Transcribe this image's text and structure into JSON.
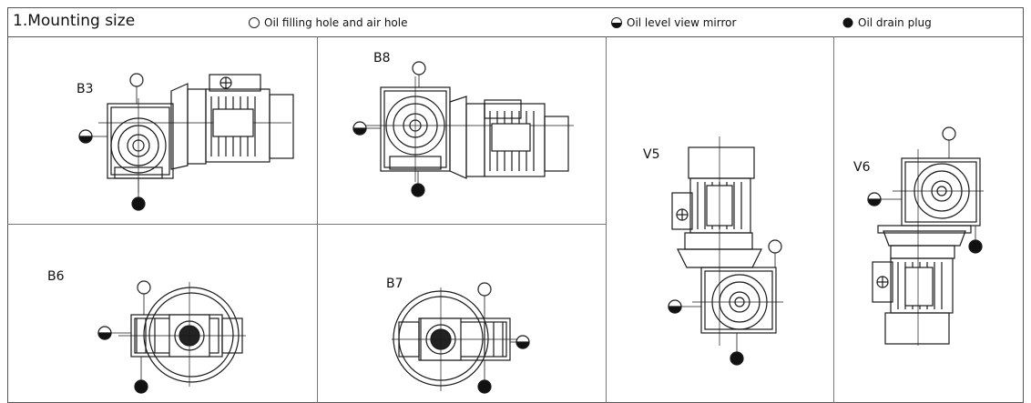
{
  "header": {
    "title": "1.Mounting size",
    "legend": [
      {
        "symbol": "open-circle-icon",
        "label": "Oil filling hole and air hole"
      },
      {
        "symbol": "half-filled-circle-icon",
        "label": "Oil level view mirror"
      },
      {
        "symbol": "filled-circle-icon",
        "label": "Oil drain plug"
      }
    ]
  },
  "positions": [
    {
      "code": "B3"
    },
    {
      "code": "B8"
    },
    {
      "code": "V5"
    },
    {
      "code": "V6"
    },
    {
      "code": "B6"
    },
    {
      "code": "B7"
    }
  ],
  "colors": {
    "line": "#1a1a1a",
    "border": "#555555"
  }
}
